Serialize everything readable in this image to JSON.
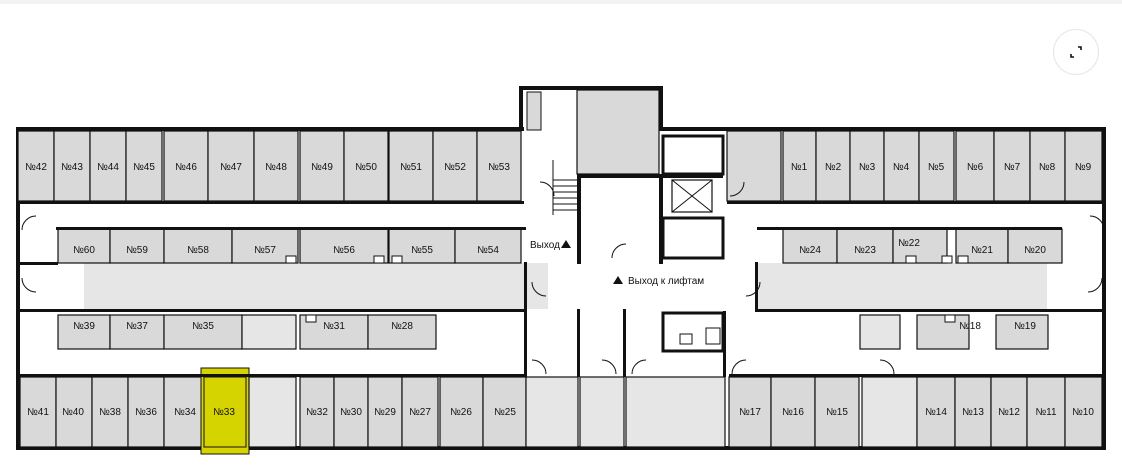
{
  "plan": {
    "exit_label": "Выход",
    "elevator_exit_label": "Выход к лифтам",
    "highlight_color": "#d6d400",
    "selected_room": "№33",
    "rooms": {
      "r42": "№42",
      "r43": "№43",
      "r44": "№44",
      "r45": "№45",
      "r46": "№46",
      "r47": "№47",
      "r48": "№48",
      "r49": "№49",
      "r50": "№50",
      "r51": "№51",
      "r52": "№52",
      "r53": "№53",
      "r1": "№1",
      "r2": "№2",
      "r3": "№3",
      "r4": "№4",
      "r5": "№5",
      "r6": "№6",
      "r7": "№7",
      "r8": "№8",
      "r9": "№9",
      "r60": "№60",
      "r59": "№59",
      "r58": "№58",
      "r57": "№57",
      "r56": "№56",
      "r55": "№55",
      "r54": "№54",
      "r24": "№24",
      "r23": "№23",
      "r22": "№22",
      "r21": "№21",
      "r20": "№20",
      "r39": "№39",
      "r37": "№37",
      "r35": "№35",
      "r31": "№31",
      "r28": "№28",
      "r18": "№18",
      "r19": "№19",
      "r41": "№41",
      "r40": "№40",
      "r38": "№38",
      "r36": "№36",
      "r34": "№34",
      "r33": "№33",
      "r32": "№32",
      "r30": "№30",
      "r29": "№29",
      "r27": "№27",
      "r26": "№26",
      "r25": "№25",
      "r17": "№17",
      "r16": "№16",
      "r15": "№15",
      "r14": "№14",
      "r13": "№13",
      "r12": "№12",
      "r11": "№11",
      "r10": "№10"
    }
  }
}
